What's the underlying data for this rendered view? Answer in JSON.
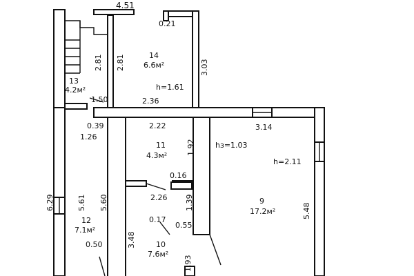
{
  "plan": {
    "top_dimension": "4.51",
    "rooms": [
      {
        "number": "14",
        "area": "6.6м²"
      },
      {
        "number": "13",
        "area": "4.2м²"
      },
      {
        "number": "11",
        "area": "4.3м²"
      },
      {
        "number": "9",
        "area": "17.2м²"
      },
      {
        "number": "12",
        "area": "7.1м²"
      },
      {
        "number": "10",
        "area": "7.6м²"
      }
    ],
    "heights": {
      "room14": "h=1.61",
      "room9": "h=2.11",
      "room9_sill": "hз=1.03"
    },
    "dimensions": {
      "d021": "0.21",
      "d281a": "2.81",
      "d281b": "2.81",
      "d303": "3.03",
      "d236": "2.36",
      "d150": "1.50",
      "d039": "0.39",
      "d126": "1.26",
      "d222": "2.22",
      "d314": "3.14",
      "d192": "1.92",
      "d016": "0.16",
      "d226": "2.26",
      "d139": "1.39",
      "d017": "0.17",
      "d055": "0.55",
      "d629": "6.29",
      "d561": "5.61",
      "d560": "5.60",
      "d548": "5.48",
      "d050": "0.50",
      "d348": "3.48",
      "d193": "1.93"
    }
  }
}
